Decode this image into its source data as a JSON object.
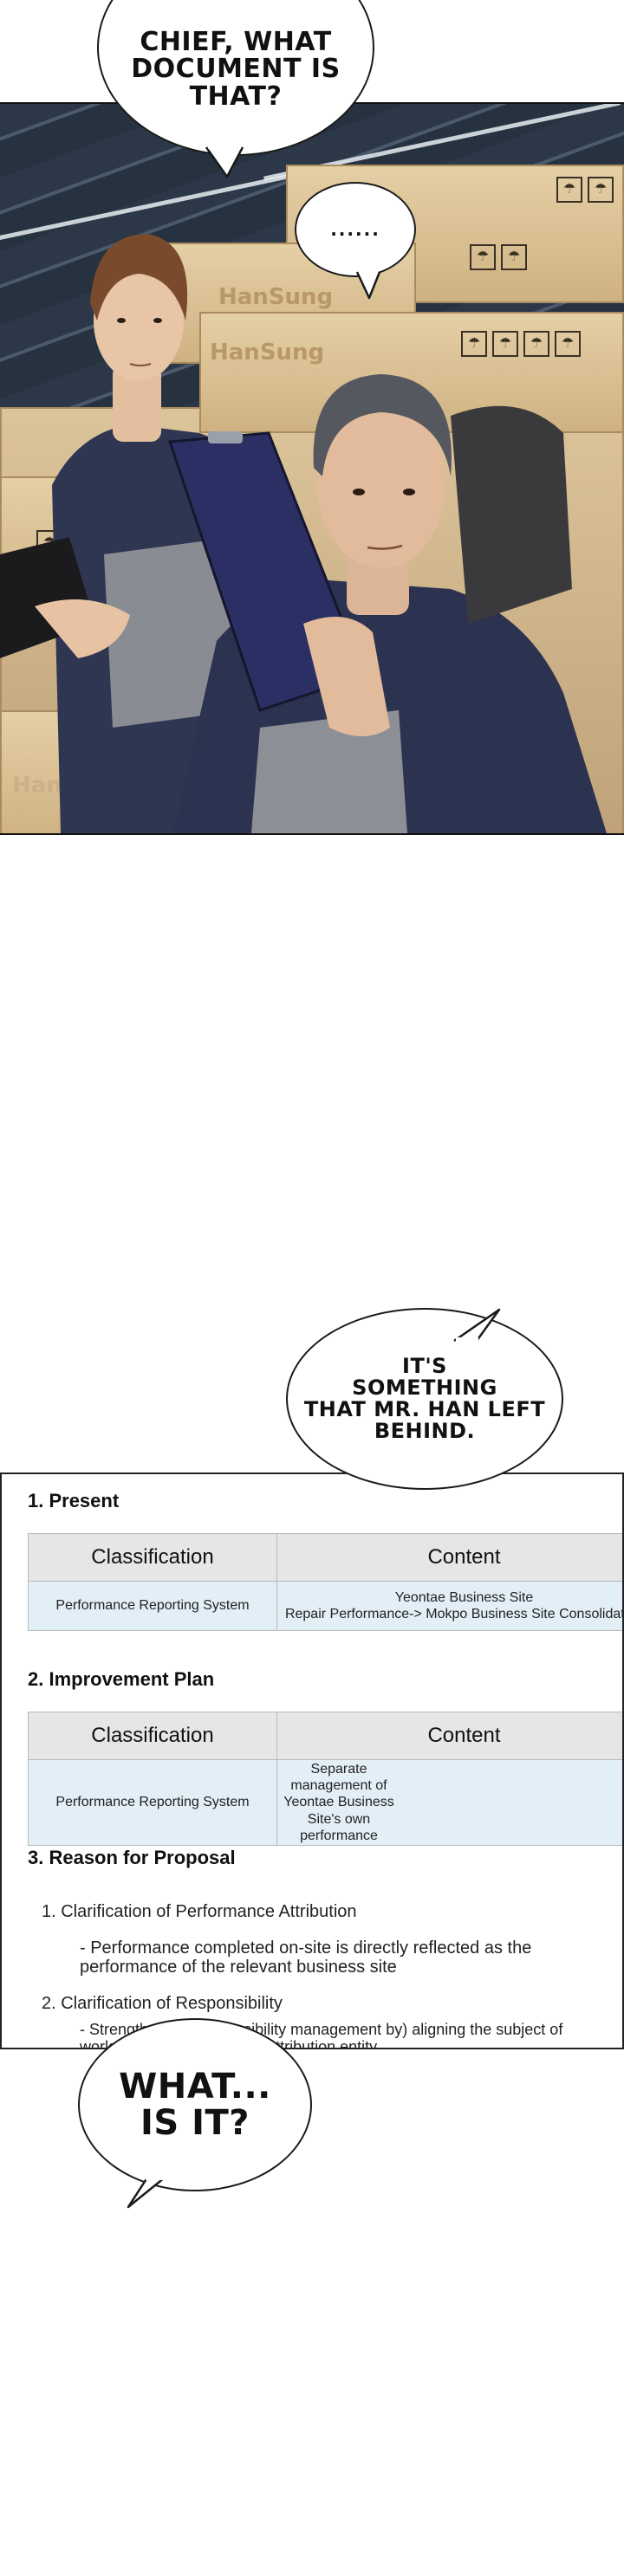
{
  "balloons": {
    "top": "CHIEF, WHAT\nDOCUMENT IS\nTHAT?",
    "ellipsis": "......",
    "middle": "IT'S\nSOMETHING\nTHAT MR. HAN LEFT\nBEHIND.",
    "bottom": "WHAT...\nIS IT?"
  },
  "scene": {
    "box_brand": "HanSung",
    "box_symbol": "☂",
    "colors": {
      "box": "#d9bf93",
      "uniform": "#2e3550",
      "skin": "#e7c3a4",
      "clipboard": "#2b2f63"
    }
  },
  "document": {
    "section_present": "1. Present",
    "section_improvement": "2. Improvement Plan",
    "section_reason": "3. Reason for Proposal",
    "table_headers": [
      "Classification",
      "Content"
    ],
    "present_row": {
      "classification": "Performance Reporting System",
      "content": "Yeontae Business Site\nRepair Performance-> Mokpo Business Site Consolidation"
    },
    "improvement_row": {
      "classification": "Performance Reporting System",
      "content": "Separate management of Yeontae Business\nSite's own performance"
    },
    "reasons": [
      {
        "title": "1. Clarification of Performance Attribution",
        "detail": "- Performance completed on-site is directly reflected as the\n  performance of the relevant business site"
      },
      {
        "title": "2. Clarification of Responsibility",
        "detail": "- Strengthening (responsibility management by) aligning the subject of\n  work with the performance attribution entity"
      }
    ]
  }
}
